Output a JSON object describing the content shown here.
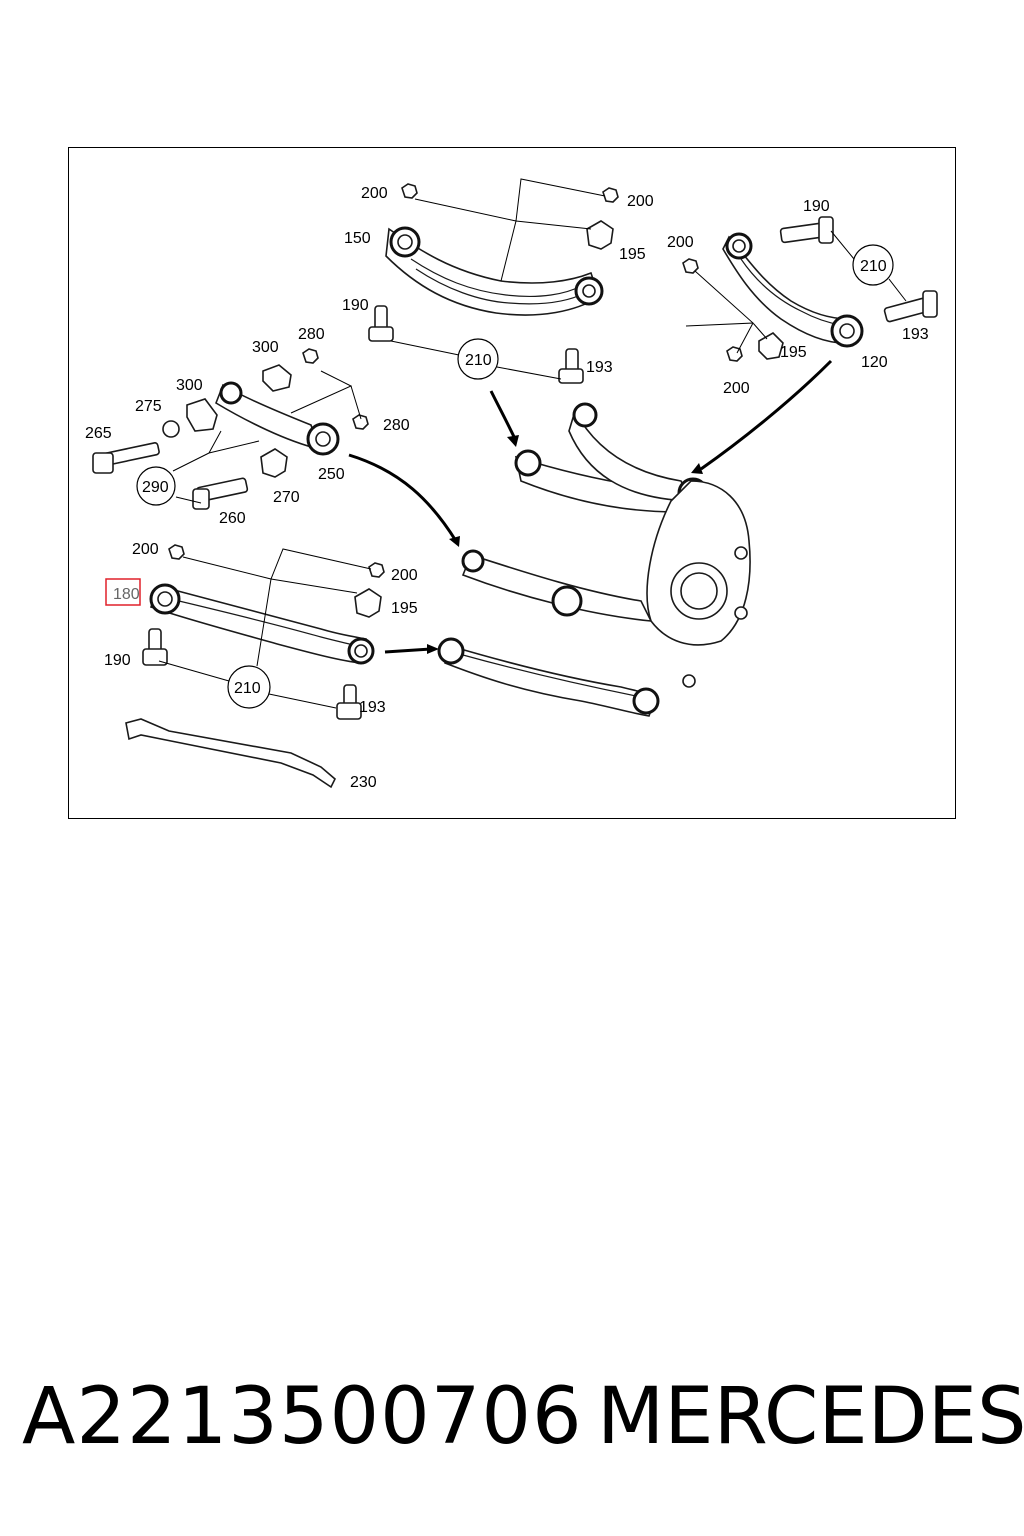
{
  "diagram": {
    "labels": {
      "l200a": "200",
      "l200b": "200",
      "l150": "150",
      "l195a": "195",
      "l200c": "200",
      "l190a": "190",
      "l210a": "210",
      "l193a": "193",
      "l195b": "195",
      "l120": "120",
      "l200d": "200",
      "l190b": "190",
      "l280a": "280",
      "l300a": "300",
      "l210b": "210",
      "l193b": "193",
      "l300b": "300",
      "l275": "275",
      "l280b": "280",
      "l265": "265",
      "l290": "290",
      "l270": "270",
      "l250": "250",
      "l260": "260",
      "l200e": "200",
      "l200f": "200",
      "l180": "180",
      "l195c": "195",
      "l190c": "190",
      "l210c": "210",
      "l193c": "193",
      "l230": "230"
    },
    "highlight_color": "#e0202a"
  },
  "footer": {
    "part_number": "A2213500706",
    "brand": "MERCEDES"
  }
}
